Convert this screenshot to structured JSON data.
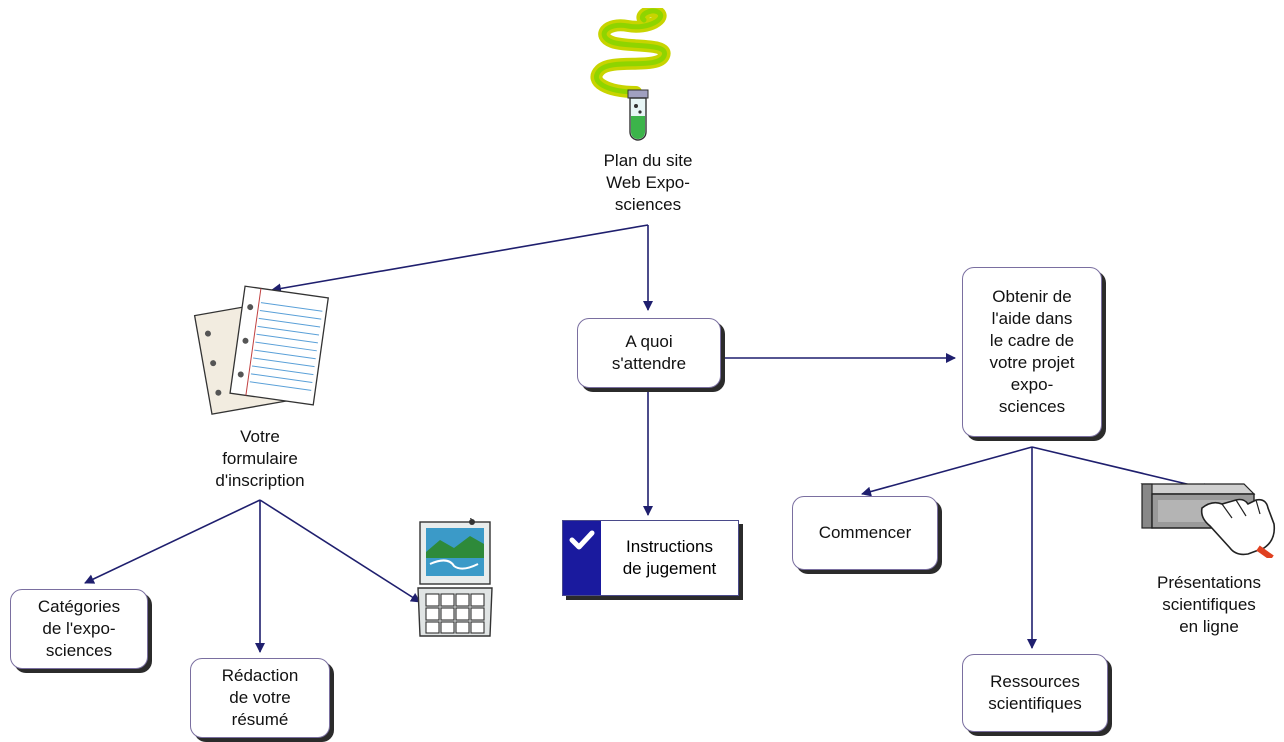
{
  "root": {
    "label": "Plan du site\nWeb Expo-\nsciences",
    "icon": "test-tube-icon"
  },
  "nodes": {
    "formulaire": {
      "label": "Votre\nformulaire\nd'inscription",
      "icon": "paper-sheets-icon"
    },
    "attendre": {
      "label": "A quoi\ns'attendre"
    },
    "aide": {
      "label": "Obtenir de\nl'aide dans\nle cadre de\nvotre projet\nexpo-\nsciences"
    },
    "categories": {
      "label": "Catégories\nde l'expo-\nsciences"
    },
    "redaction": {
      "label": "Rédaction\nde votre\nrésumé"
    },
    "laptop": {
      "icon": "laptop-icon"
    },
    "instructions": {
      "label": "Instructions\nde jugement",
      "icon": "checkmark-icon"
    },
    "commencer": {
      "label": "Commencer"
    },
    "ressources": {
      "label": "Ressources\nscientifiques"
    },
    "presentations": {
      "label": "Présentations\nscientifiques\nen ligne",
      "icon": "hand-pressing-button-icon"
    }
  },
  "colors": {
    "connector": "#1f1f6e",
    "border": "#7a6fa0",
    "shadow": "#2b2b2b",
    "check_bar": "#1a1a9e"
  }
}
